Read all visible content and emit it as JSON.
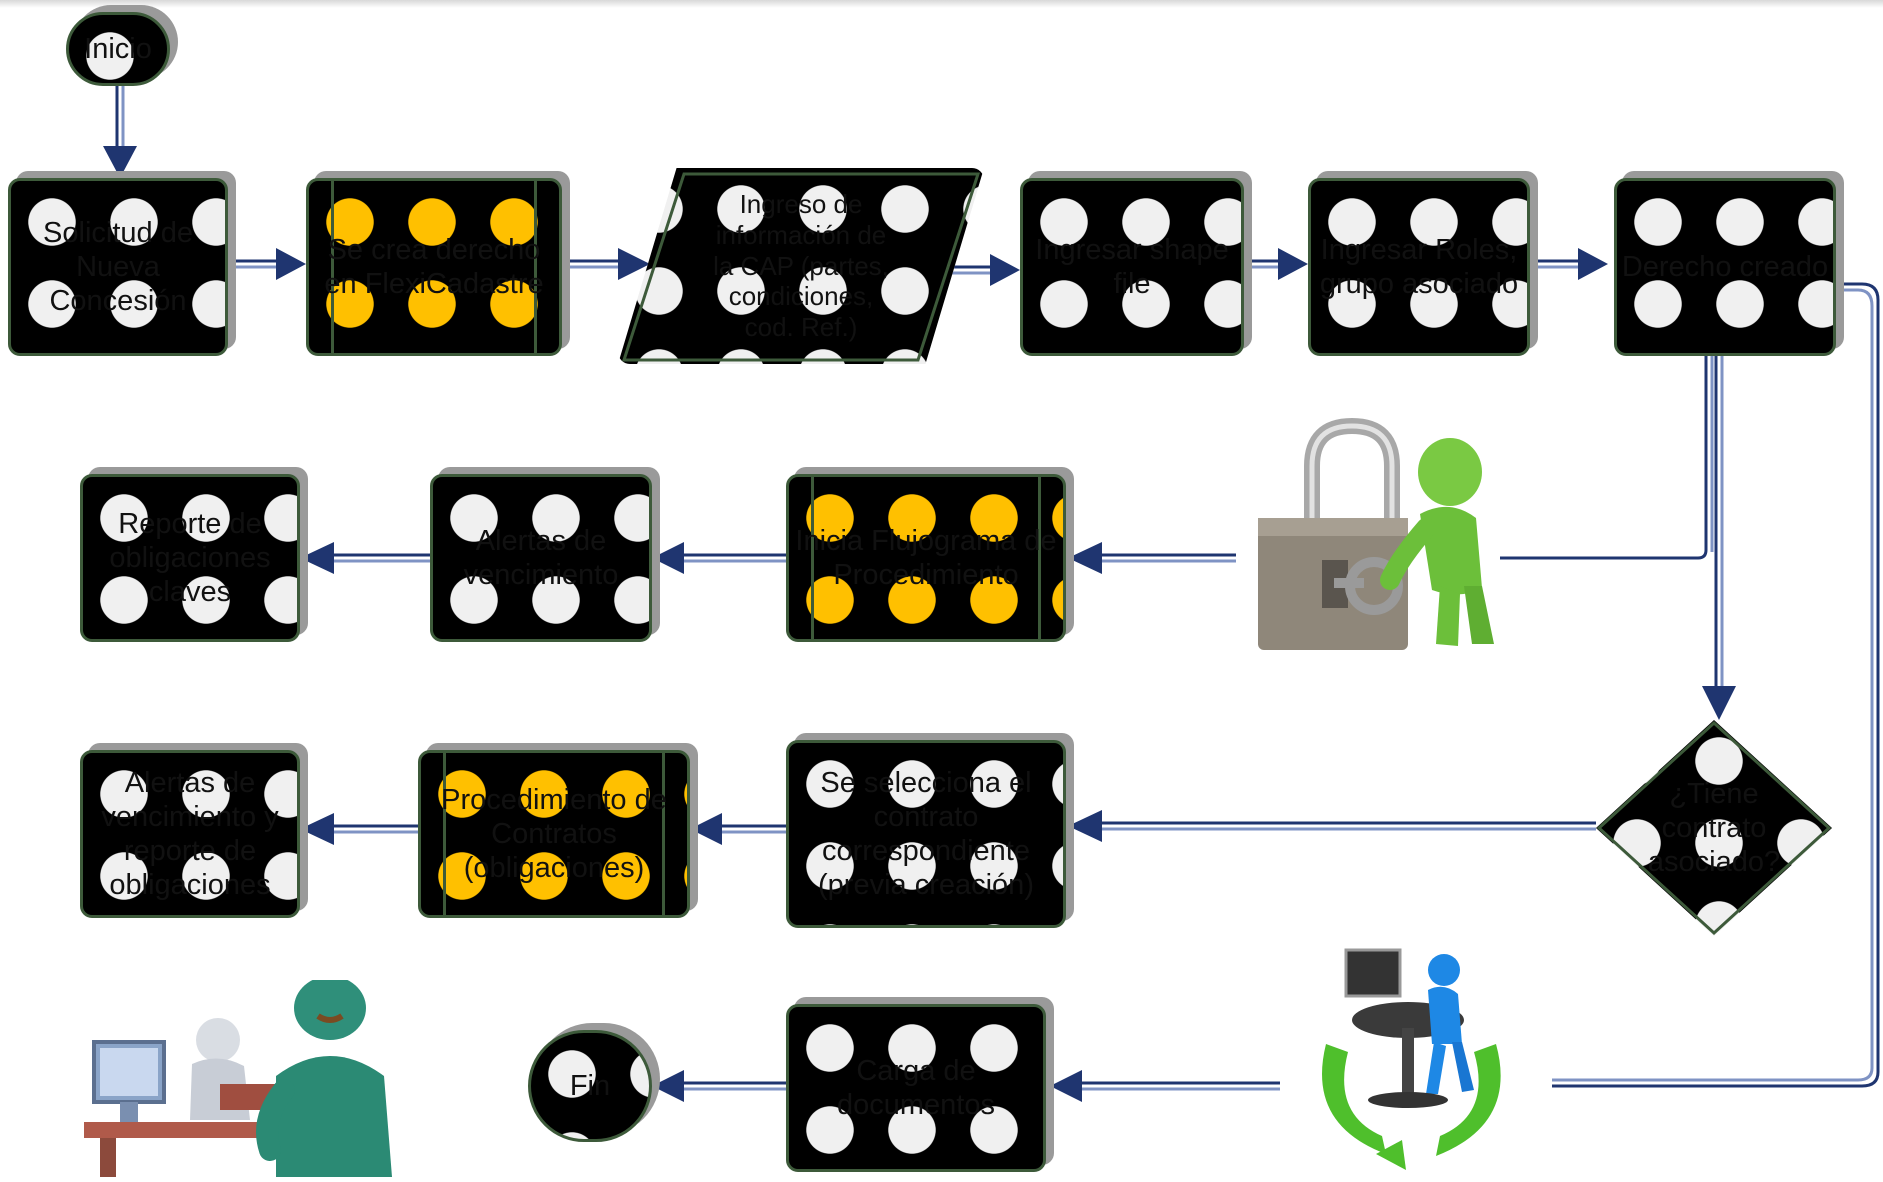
{
  "flow": {
    "inicio": "Inicio",
    "solicitud": "Solicitud de Nueva Concesión",
    "se_crea": "Se crea derecho en FlexiCadastre",
    "ingreso": "Ingreso de información de la CAP (partes, condiciones, cod. Ref.)",
    "shape": "Ingresar shape file",
    "roles": "Ingresar Roles, grupo asociado",
    "derecho": "Derecho creado",
    "inicia": "Inicia Flujograma de Procedimiento",
    "alertas_venc": "Alertas de vencimiento",
    "reporte": "Reporte de obligaciones claves",
    "tiene": "¿Tiene contrato asociado?",
    "selecciona": "Se selecciona el contrato correspondiente (previa creación)",
    "proc_contratos": "Procedimiento de Contratos (obligaciones)",
    "alertas_reporte": "Alertas de vencimiento y reporte de obligaciones",
    "carga": "Carga de documentos",
    "fin": "Fin"
  },
  "colors": {
    "process": "#f0f0f0",
    "highlight": "#ffc000",
    "border": "#3d5a3a",
    "connector": "#1f3570",
    "shadow": "#9a9a9a"
  },
  "illustrations": [
    "padlock-key-figure-icon",
    "computer-user-recycle-icon",
    "office-workers-icon"
  ]
}
